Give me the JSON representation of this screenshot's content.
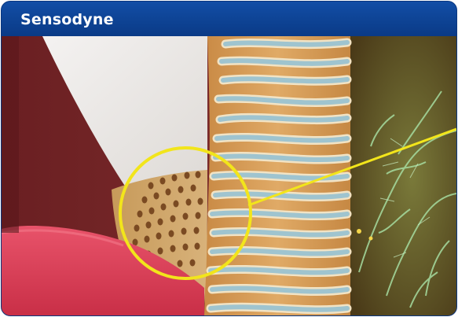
{
  "header": {
    "brand": "Sensodyne"
  },
  "colors": {
    "brand_blue": "#0a3d8f",
    "magnifier_ring": "#f2e51b",
    "gum_pink": "#e0445a",
    "dentin_orange": "#d9a05a",
    "tubule_blue": "#9fc4cf",
    "nerve_green": "#9fd19a"
  },
  "illustration": {
    "subject": "dentin-tubules-cross-section",
    "elements": [
      "gum",
      "enamel",
      "dentin",
      "tubules",
      "pulp-nerves",
      "magnifier-circle",
      "callout-line"
    ]
  }
}
